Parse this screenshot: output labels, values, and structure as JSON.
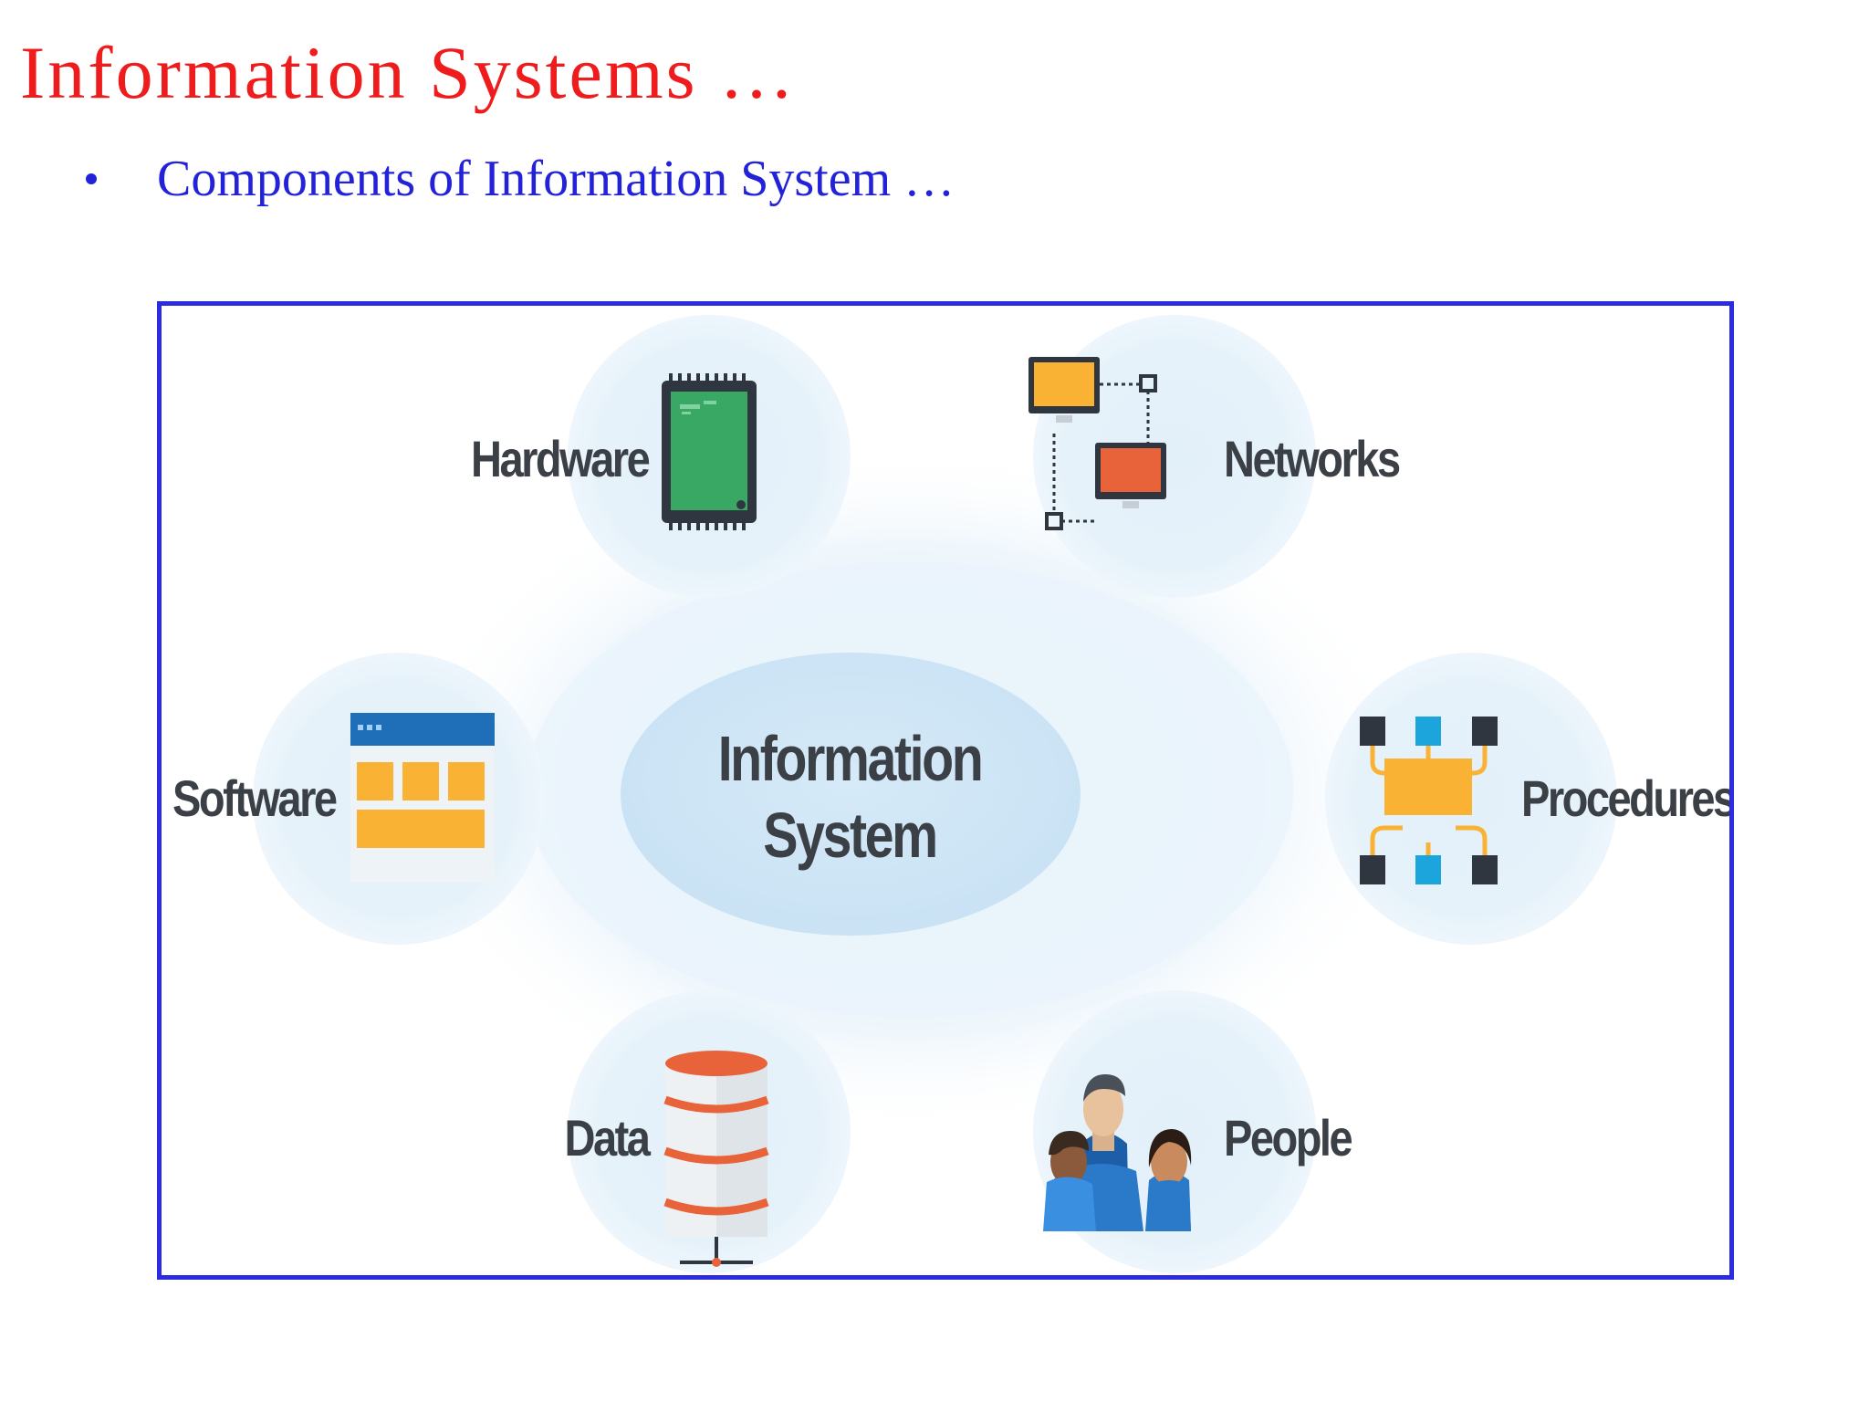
{
  "slide": {
    "title": "Information  Systems  …",
    "title_color": "#ee1c1c",
    "bullet_text": "Components of Information System …",
    "bullet_color": "#2222d8"
  },
  "diagram": {
    "frame_color": "#2b2be0",
    "center": {
      "line1": "Information",
      "line2": "System"
    },
    "components": {
      "hardware": "Hardware",
      "networks": "Networks",
      "software": "Software",
      "procedures": "Procedures",
      "data": "Data",
      "people": "People"
    },
    "icons": {
      "hardware": "microchip-icon",
      "networks": "network-computers-icon",
      "software": "application-window-icon",
      "procedures": "flowchart-icon",
      "data": "database-icon",
      "people": "people-group-icon"
    },
    "colors": {
      "bubble": "#e4f1fa",
      "center_ellipse": "#cfe6f6",
      "orange": "#f9b233",
      "red": "#e8623a",
      "green": "#3aa865",
      "dark": "#2f3640",
      "blue": "#1ca4dc"
    }
  }
}
